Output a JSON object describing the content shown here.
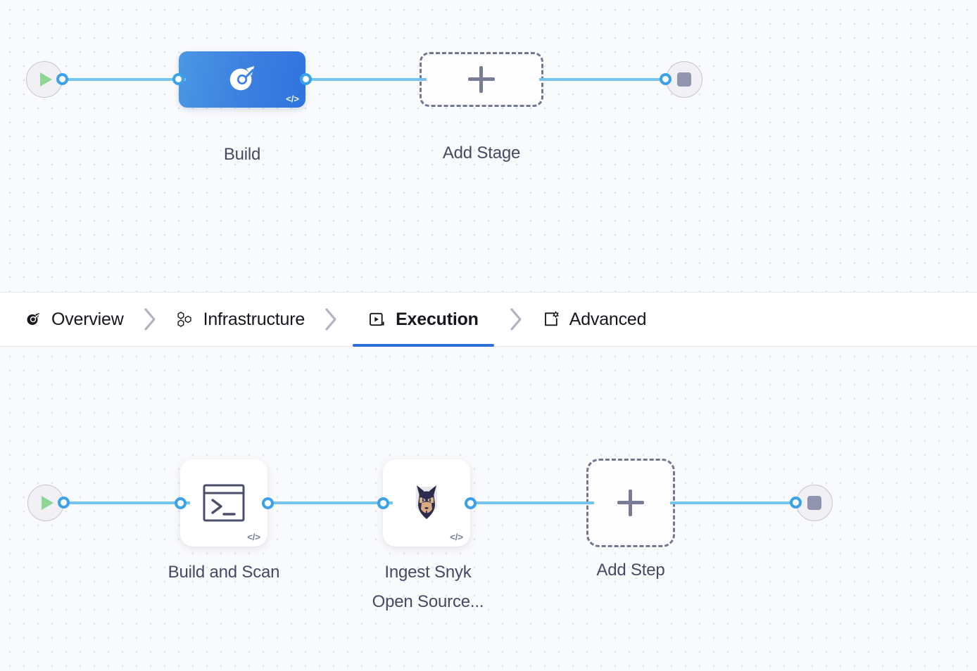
{
  "theme": {
    "canvas_bg": "#f9fafc",
    "grid_dot": "#dfe2ea",
    "edge_color": "#74c4f2",
    "port_color": "#3ba1e8",
    "accent_blue": "#2b6fd4",
    "stage_gradient_from": "#4a97e3",
    "stage_gradient_to": "#2f73e0",
    "dashed_border": "#72768f",
    "caption_color": "#454963",
    "start_icon_color": "#8fd694",
    "stop_icon_color": "#9094ae"
  },
  "stage_graph": {
    "start_node": {
      "icon": "play-icon",
      "label": ""
    },
    "stages": [
      {
        "id": "build",
        "caption": "Build",
        "icon": "ci-build-icon",
        "badge": "</>",
        "selected": true
      }
    ],
    "add_stage": {
      "caption": "Add Stage",
      "icon": "plus-icon"
    },
    "end_node": {
      "icon": "stop-icon"
    }
  },
  "tabs": {
    "items": [
      {
        "label": "Overview",
        "icon": "overview-pie-icon",
        "active": false
      },
      {
        "label": "Infrastructure",
        "icon": "hexagon-cluster-icon",
        "active": false
      },
      {
        "label": "Execution",
        "icon": "play-box-icon",
        "active": true
      },
      {
        "label": "Advanced",
        "icon": "square-gear-icon",
        "active": false
      }
    ],
    "separator_icon": "chevron-right-icon"
  },
  "step_graph": {
    "start_node": {
      "icon": "play-icon"
    },
    "steps": [
      {
        "id": "build-and-scan",
        "caption": "Build and Scan",
        "icon": "terminal-icon",
        "badge": "</>"
      },
      {
        "id": "ingest-snyk-open-source",
        "caption": "Ingest Snyk\nOpen Source...",
        "icon": "snyk-doberman-icon",
        "badge": "</>"
      }
    ],
    "add_step": {
      "caption": "Add Step",
      "icon": "plus-icon"
    },
    "end_node": {
      "icon": "stop-icon"
    }
  }
}
